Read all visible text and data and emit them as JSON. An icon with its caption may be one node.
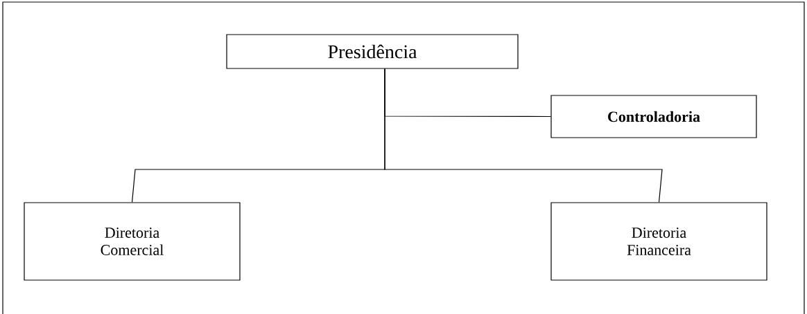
{
  "diagram": {
    "nodes": [
      {
        "text": [
          "Presidência"
        ]
      },
      {
        "text": [
          "**Controladoria**"
        ]
      },
      {
        "text": [
          "Diretoria Comercial"
        ]
      },
      {
        "text": [
          "Diretoria Financeira"
        ]
      }
    ],
    "edges": [
      {
        "from": 0,
        "to": 1,
        "arrow": "none"
      },
      {
        "from": 0,
        "to": 2,
        "arrow": "none"
      },
      {
        "from": 0,
        "to": 3,
        "arrow": "none"
      }
    ]
  }
}
